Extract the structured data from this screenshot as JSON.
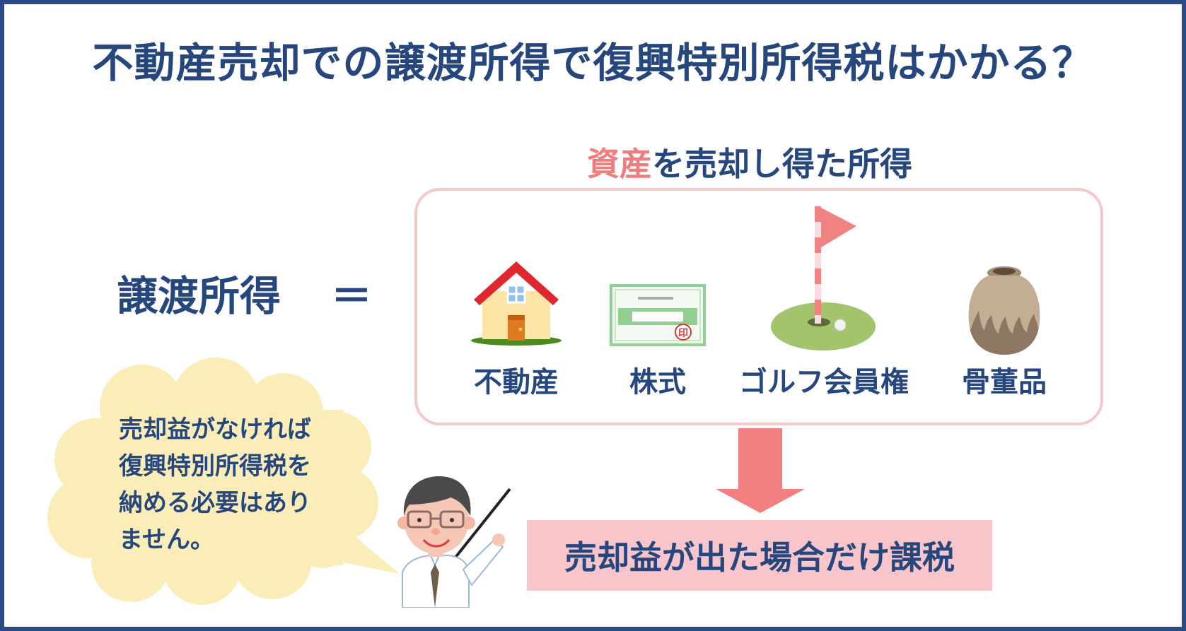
{
  "title": "不動産売却での譲渡所得で復興特別所得税はかかる？",
  "assets_heading": {
    "accent": "資産",
    "rest": "を売却し得た所得"
  },
  "lhs_label": "譲渡所得",
  "equals_sign": "＝",
  "assets": [
    {
      "label": "不動産",
      "icon": "house-icon"
    },
    {
      "label": "株式",
      "icon": "stock-certificate-icon",
      "stamp_text": "印"
    },
    {
      "label": "ゴルフ会員権",
      "icon": "golf-flag-icon"
    },
    {
      "label": "骨董品",
      "icon": "antique-pot-icon"
    }
  ],
  "result_label": "売却益が出た場合だけ課税",
  "speech_bubble": {
    "line1": "売却益がなければ",
    "line2": "復興特別所得税を",
    "line3": "納める必要はあり",
    "line4": "ません。"
  },
  "colors": {
    "navy": "#26477e",
    "frame": "#2a4a86",
    "accent_pink": "#f07d7d",
    "box_border": "#f7c8cb",
    "result_bg": "#f8c6ca",
    "arrow": "#f28080",
    "bubble": "#fbedb8"
  }
}
